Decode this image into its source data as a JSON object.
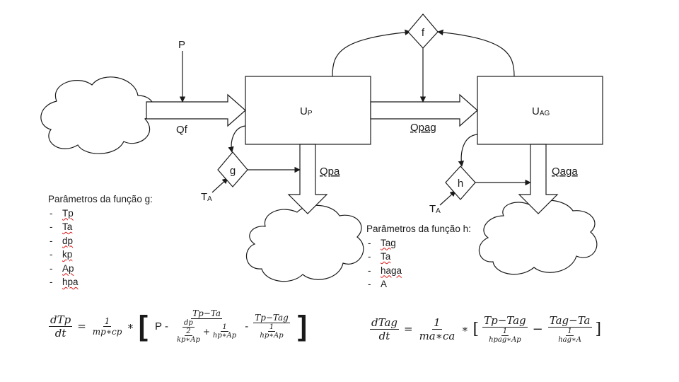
{
  "nodes": {
    "up_main": "U",
    "up_sub": "P",
    "uag_main": "U",
    "uag_sub": "AG",
    "f": "f",
    "g": "g",
    "h": "h"
  },
  "flows": {
    "p": "P",
    "qf": "Qf",
    "qpag": "Qpag",
    "qpa": "Qpa",
    "qaga": "Qaga",
    "ta_main": "T",
    "ta_sub": "A"
  },
  "params_g": {
    "title": "Parâmetros da função g:",
    "items": [
      "Tp",
      "Ta",
      "dp",
      "kp",
      "Ap",
      "hpa"
    ]
  },
  "params_h": {
    "title": "Parâmetros da função h:",
    "items": [
      "Tag",
      "Ta",
      "haga",
      "A"
    ]
  },
  "eq1": {
    "lhs_num": "dTp",
    "lhs_den": "dt",
    "coef_num": "1",
    "coef_den": "mp∗cp",
    "star": "∗",
    "open": "[",
    "close": "]",
    "p": "P",
    "minus1": "-",
    "minus2": "-",
    "t1_num": "Tp−Ta",
    "t1_d1_num": "dp",
    "t1_d1_den_num": "2",
    "t1_d1_den_den": "kp∗Ap",
    "t1_plus": "+",
    "t1_d2_num": "1",
    "t1_d2_den": "hp∗Ap",
    "t2_num": "Tp−Tag",
    "t2_d_num": "1",
    "t2_d_den": "hp∗Ap"
  },
  "eq2": {
    "lhs_num": "dTag",
    "lhs_den": "dt",
    "coef_num": "1",
    "coef_den": "ma∗ca",
    "star": "∗",
    "open": "[",
    "close": "]",
    "minus": "−",
    "t1_num": "Tp−Tag",
    "t1_d_num": "1",
    "t1_d_den": "hpag∗Ap",
    "t2_num": "Tag−Ta",
    "t2_d_num": "1",
    "t2_d_den": "hag∗A"
  }
}
